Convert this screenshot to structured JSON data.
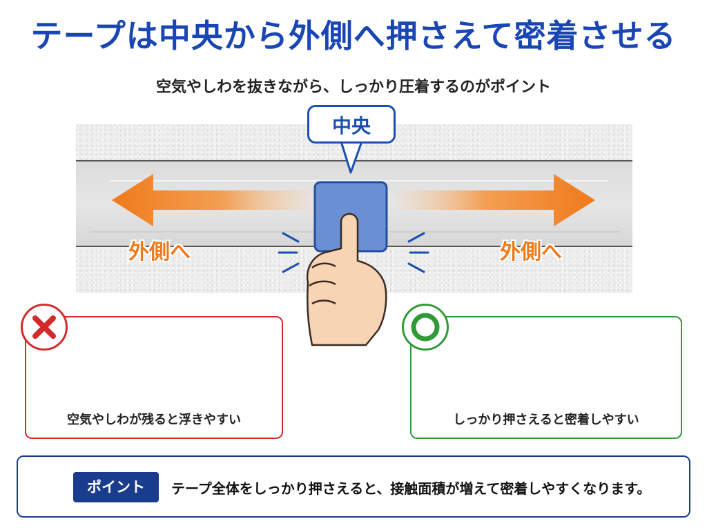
{
  "header": {
    "title": "テープは中央から外側へ押さえて密着させる",
    "subtitle": "空気やしわを抜きながら、しっかり圧着するのがポイント"
  },
  "diagram": {
    "center_label": "中央",
    "left_label": "外側へ",
    "right_label": "外側へ",
    "arrow_color": "#f07a1a",
    "accent_color": "#1a4fb0"
  },
  "bad_example": {
    "mark_icon": "cross-icon",
    "caption": "空気やしわが残ると浮きやすい",
    "color": "#d42a2a"
  },
  "good_example": {
    "mark_icon": "circle-icon",
    "caption": "しっかり押さえると密着しやすい",
    "color": "#2f9a36"
  },
  "tip": {
    "icon": "lightbulb-icon",
    "badge": "ポイント",
    "text": "テープ全体をしっかり押さえると、接触面積が増えて密着しやすくなります。"
  }
}
